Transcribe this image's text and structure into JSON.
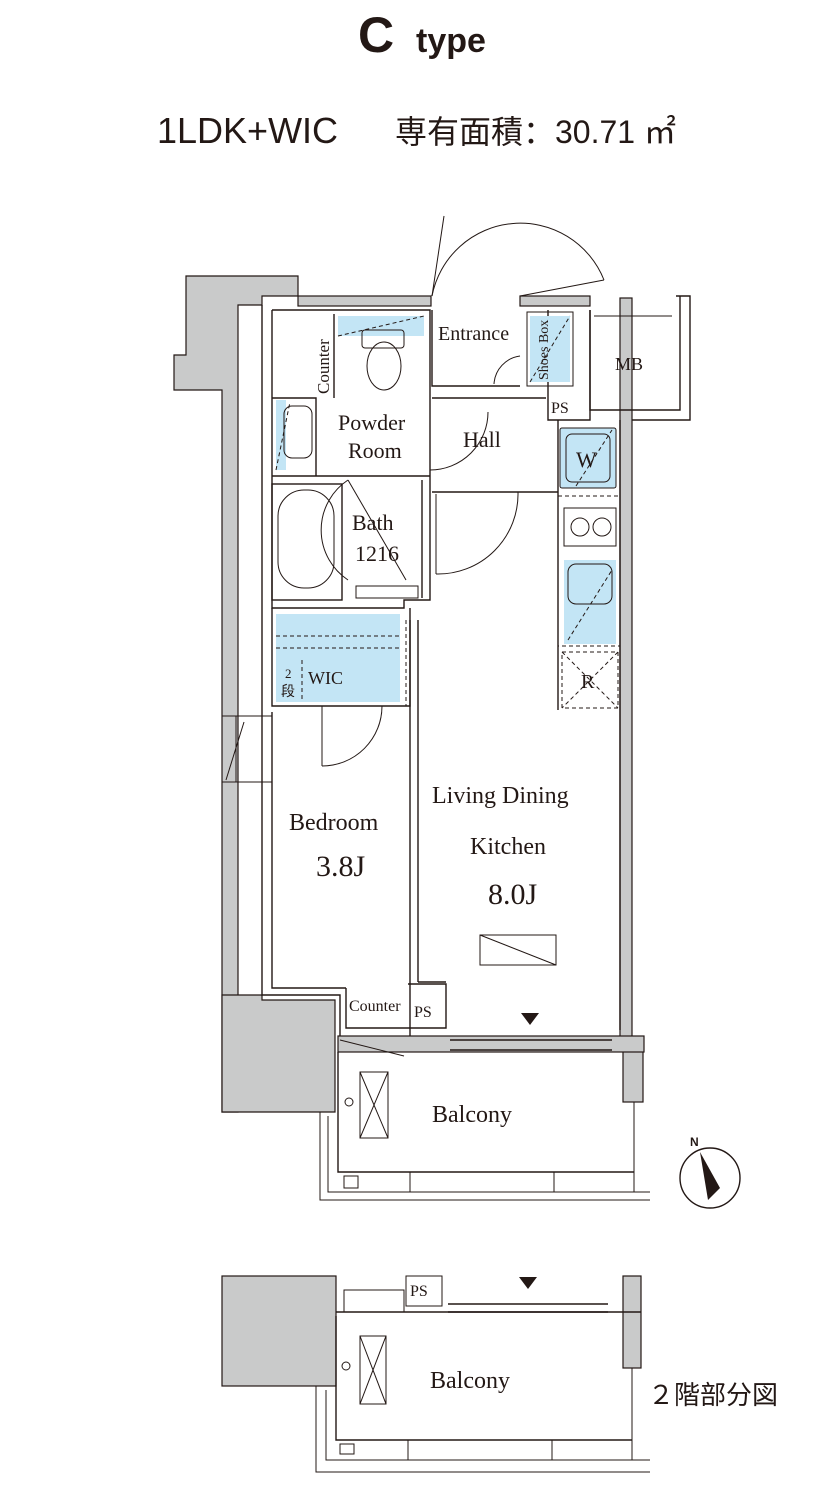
{
  "header": {
    "type_letter": "C",
    "type_word": "type",
    "layout": "1LDK+WIC",
    "area_label": "専有面積：30.71 ㎡"
  },
  "rooms": {
    "entrance": "Entrance",
    "shoes_box": "Shoes Box",
    "mb": "MB",
    "ps_top": "PS",
    "counter_powder": "Counter",
    "powder_line1": "Powder",
    "powder_line2": "Room",
    "hall": "Hall",
    "washer": "W",
    "bath_line1": "Bath",
    "bath_line2": "1216",
    "wic": "WIC",
    "wic_shelf_top": "2",
    "wic_shelf_bottom": "段",
    "fridge": "R",
    "bedroom": "Bedroom",
    "bedroom_size": "3.8J",
    "ldk_line1": "Living Dining",
    "ldk_line2": "Kitchen",
    "ldk_size": "8.0J",
    "counter_bottom": "Counter",
    "ps_bottom": "PS",
    "balcony": "Balcony"
  },
  "compass": {
    "north": "N"
  },
  "second_floor": {
    "ps": "PS",
    "balcony": "Balcony",
    "caption": "２階部分図"
  },
  "colors": {
    "wall_gray": "#c9caca",
    "fixture_blue": "#c3e5f5",
    "ink": "#231815"
  }
}
